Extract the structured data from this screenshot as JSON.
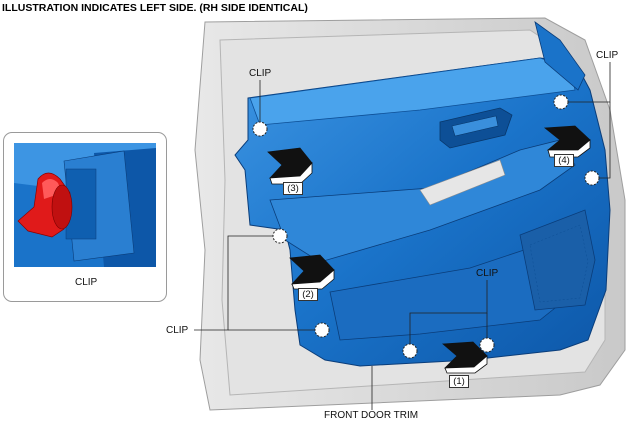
{
  "title": "ILLUSTRATION INDICATES LEFT SIDE. (RH SIDE IDENTICAL)",
  "labels": {
    "clip_top_left": "CLIP",
    "clip_top_right": "CLIP",
    "clip_left": "CLIP",
    "clip_bottom_center": "CLIP",
    "inset_caption": "CLIP",
    "front_door_trim": "FRONT DOOR TRIM"
  },
  "steps": [
    "(1)",
    "(2)",
    "(3)",
    "(4)"
  ],
  "colors": {
    "trim_blue": "#1a73c9",
    "trim_dark": "#0d4f96",
    "trim_light": "#4aa3ec",
    "door_gray": "#d9d9d9",
    "clip_red": "#e01a1a"
  }
}
